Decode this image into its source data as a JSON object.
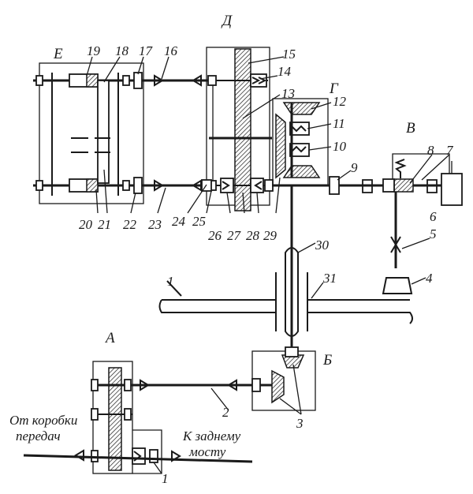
{
  "diagram": {
    "sections": {
      "A": "А",
      "B": "Б",
      "V": "В",
      "G": "Г",
      "D": "Д",
      "E": "Е"
    },
    "numbers": {
      "n1": "1",
      "n2": "2",
      "n3": "3",
      "n4": "4",
      "n5": "5",
      "n6": "6",
      "n7": "7",
      "n8": "8",
      "n9": "9",
      "n10": "10",
      "n11": "11",
      "n12": "12",
      "n13": "13",
      "n14": "14",
      "n15": "15",
      "n16": "16",
      "n17": "17",
      "n18": "18",
      "n19": "19",
      "n20": "20",
      "n21": "21",
      "n22": "22",
      "n23": "23",
      "n24": "24",
      "n25": "25",
      "n26": "26",
      "n27": "27",
      "n28": "28",
      "n29": "29",
      "n30": "30",
      "n31": "31",
      "n1b": "1"
    },
    "captions": {
      "from_gearbox_line1": "От коробки",
      "from_gearbox_line2": "передач",
      "to_rear_axle_line1": "К заднему",
      "to_rear_axle_line2": "мосту"
    }
  }
}
